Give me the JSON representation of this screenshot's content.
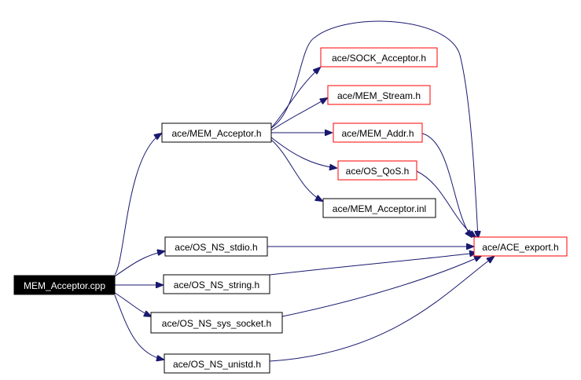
{
  "nodes": {
    "root": {
      "label": "MEM_Acceptor.cpp",
      "style": "root"
    },
    "mem_acceptor_h": {
      "label": "ace/MEM_Acceptor.h",
      "style": "normal"
    },
    "sock_acceptor_h": {
      "label": "ace/SOCK_Acceptor.h",
      "style": "linked"
    },
    "mem_stream_h": {
      "label": "ace/MEM_Stream.h",
      "style": "linked"
    },
    "mem_addr_h": {
      "label": "ace/MEM_Addr.h",
      "style": "linked"
    },
    "os_qos_h": {
      "label": "ace/OS_QoS.h",
      "style": "linked"
    },
    "mem_acceptor_inl": {
      "label": "ace/MEM_Acceptor.inl",
      "style": "normal"
    },
    "ace_export_h": {
      "label": "ace/ACE_export.h",
      "style": "linked"
    },
    "os_ns_stdio_h": {
      "label": "ace/OS_NS_stdio.h",
      "style": "normal"
    },
    "os_ns_string_h": {
      "label": "ace/OS_NS_string.h",
      "style": "normal"
    },
    "os_ns_sys_socket_h": {
      "label": "ace/OS_NS_sys_socket.h",
      "style": "normal"
    },
    "os_ns_unistd_h": {
      "label": "ace/OS_NS_unistd.h",
      "style": "normal"
    }
  },
  "edges": [
    {
      "from": "root",
      "to": "mem_acceptor_h"
    },
    {
      "from": "root",
      "to": "os_ns_stdio_h"
    },
    {
      "from": "root",
      "to": "os_ns_string_h"
    },
    {
      "from": "root",
      "to": "os_ns_sys_socket_h"
    },
    {
      "from": "root",
      "to": "os_ns_unistd_h"
    },
    {
      "from": "mem_acceptor_h",
      "to": "sock_acceptor_h"
    },
    {
      "from": "mem_acceptor_h",
      "to": "mem_stream_h"
    },
    {
      "from": "mem_acceptor_h",
      "to": "mem_addr_h"
    },
    {
      "from": "mem_acceptor_h",
      "to": "os_qos_h"
    },
    {
      "from": "mem_acceptor_h",
      "to": "mem_acceptor_inl"
    },
    {
      "from": "mem_acceptor_h",
      "to": "ace_export_h"
    },
    {
      "from": "mem_addr_h",
      "to": "ace_export_h"
    },
    {
      "from": "os_qos_h",
      "to": "ace_export_h"
    },
    {
      "from": "os_ns_stdio_h",
      "to": "ace_export_h"
    },
    {
      "from": "os_ns_string_h",
      "to": "ace_export_h"
    },
    {
      "from": "os_ns_sys_socket_h",
      "to": "ace_export_h"
    },
    {
      "from": "os_ns_unistd_h",
      "to": "ace_export_h"
    }
  ],
  "colors": {
    "edge": "#191970",
    "linked_border": "#ff0000",
    "normal_border": "#000000",
    "root_fill": "#000000",
    "root_text": "#ffffff",
    "node_fill": "#ffffff",
    "node_text": "#000000"
  }
}
